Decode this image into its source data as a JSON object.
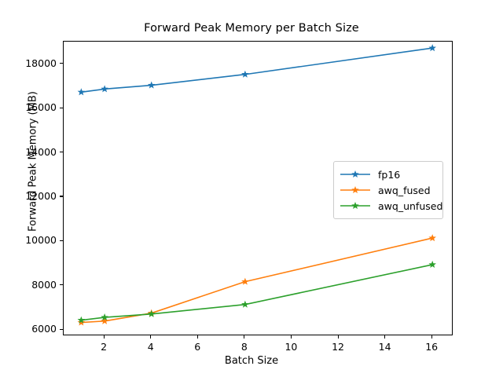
{
  "chart_data": {
    "type": "line",
    "title": "Forward Peak Memory per Batch Size",
    "xlabel": "Batch Size",
    "ylabel": "Forward Peak Memory (MB)",
    "x": [
      1,
      2,
      4,
      8,
      16
    ],
    "xlim": [
      0.25,
      16.9
    ],
    "ylim": [
      5720,
      19020
    ],
    "xticks": [
      2,
      4,
      6,
      8,
      10,
      12,
      14,
      16
    ],
    "xticklabels": [
      "2",
      "4",
      "6",
      "8",
      "10",
      "12",
      "14",
      "16"
    ],
    "yticks": [
      6000,
      8000,
      10000,
      12000,
      14000,
      16000,
      18000
    ],
    "yticklabels": [
      "6000",
      "8000",
      "10000",
      "12000",
      "14000",
      "16000",
      "18000"
    ],
    "grid": false,
    "legend_position": "center right",
    "marker": "star",
    "series": [
      {
        "name": "fp16",
        "color": "#1f77b4",
        "values": [
          16740,
          16880,
          17050,
          17540,
          18730
        ]
      },
      {
        "name": "awq_fused",
        "color": "#ff7f0e",
        "values": [
          6340,
          6400,
          6760,
          8180,
          10150
        ]
      },
      {
        "name": "awq_unfused",
        "color": "#2ca02c",
        "values": [
          6440,
          6570,
          6720,
          7150,
          8950
        ]
      }
    ]
  }
}
